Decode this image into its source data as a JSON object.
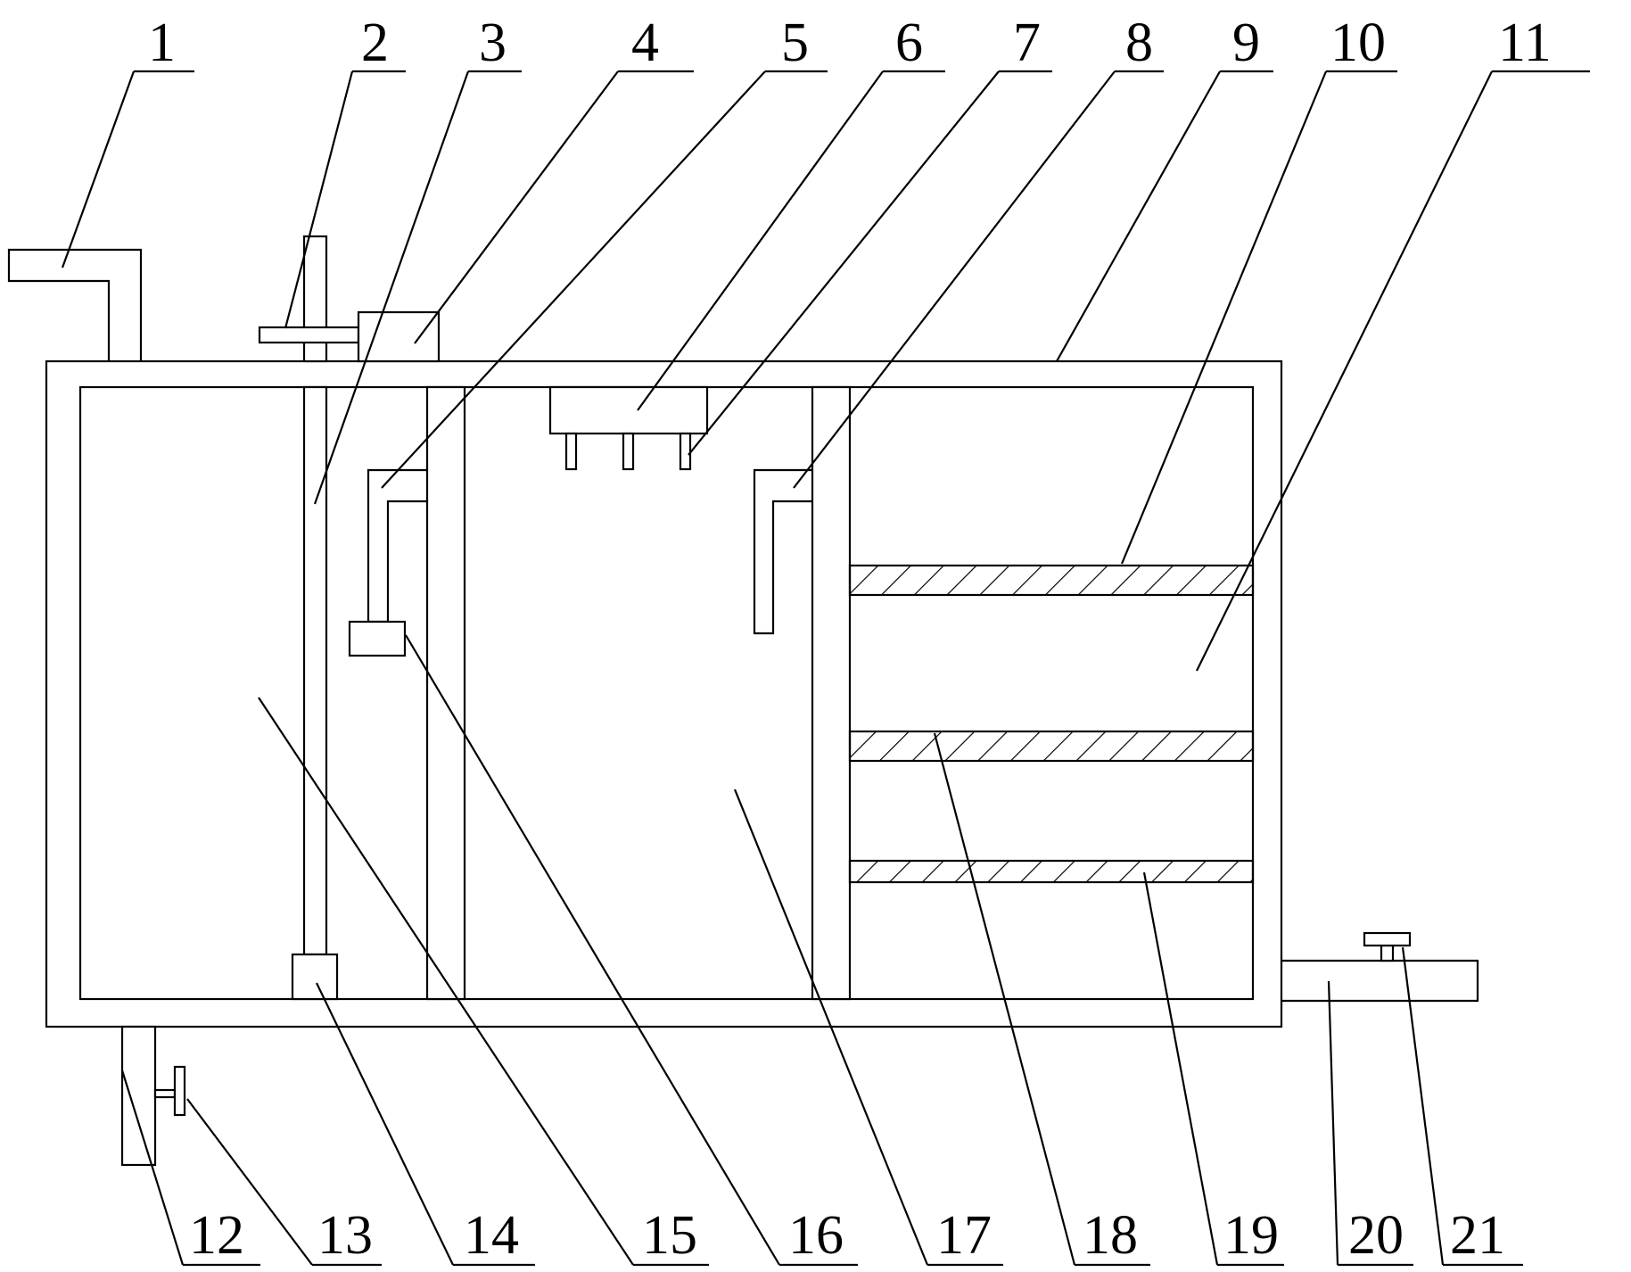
{
  "labels": {
    "l1": "1",
    "l2": "2",
    "l3": "3",
    "l4": "4",
    "l5": "5",
    "l6": "6",
    "l7": "7",
    "l8": "8",
    "l9": "9",
    "l10": "10",
    "l11": "11",
    "l12": "12",
    "l13": "13",
    "l14": "14",
    "l15": "15",
    "l16": "16",
    "l17": "17",
    "l18": "18",
    "l19": "19",
    "l20": "20",
    "l21": "21"
  }
}
